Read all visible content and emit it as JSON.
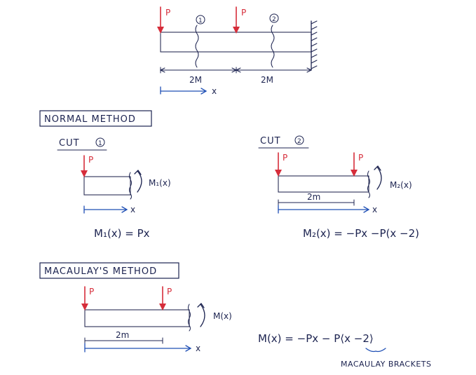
{
  "labels": {
    "load": "P",
    "cut1_marker": "1",
    "cut2_marker": "2",
    "span_a": "2M",
    "span_b": "2M",
    "x_axis": "x",
    "normal_method": "NORMAL METHOD",
    "cut1_title": "CUT",
    "cut2_title": "CUT",
    "m1_label": "M₁(x)",
    "m1_equation": "M₁(x) = Px",
    "m2_label": "M₂(x)",
    "m2_span": "2m",
    "m2_equation": "M₂(x) = −Px −P(x −2)",
    "macaulay_method": "MACAULAY'S METHOD",
    "m_label": "M(x)",
    "m_span": "2m",
    "m_equation": "M(x) = −Px − P⟨x −2⟩",
    "brackets_note": "MACAULAY BRACKETS"
  },
  "colors": {
    "ink": "#1c2350",
    "load_red": "#d62d3a",
    "axis_blue": "#1f4fb5"
  },
  "icons": [
    "fixed-support-icon",
    "moment-arrow-icon",
    "cut-line-icon"
  ]
}
